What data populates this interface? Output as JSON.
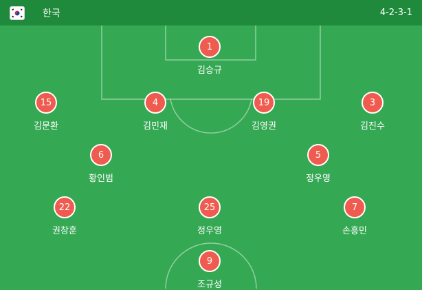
{
  "header": {
    "team": "한국",
    "formation": "4-2-3-1",
    "flag_icon": "south-korea-flag-icon"
  },
  "colors": {
    "header_bg": "#1f8a3c",
    "pitch": "#35a854",
    "badge": "#ef5b4e"
  },
  "players": [
    {
      "number": "1",
      "name": "김승규"
    },
    {
      "number": "15",
      "name": "김문환"
    },
    {
      "number": "4",
      "name": "김민재"
    },
    {
      "number": "19",
      "name": "김영권"
    },
    {
      "number": "3",
      "name": "김진수"
    },
    {
      "number": "6",
      "name": "황인범"
    },
    {
      "number": "5",
      "name": "정우영"
    },
    {
      "number": "22",
      "name": "권창훈"
    },
    {
      "number": "25",
      "name": "정우영"
    },
    {
      "number": "7",
      "name": "손흥민"
    },
    {
      "number": "9",
      "name": "조규성"
    }
  ]
}
